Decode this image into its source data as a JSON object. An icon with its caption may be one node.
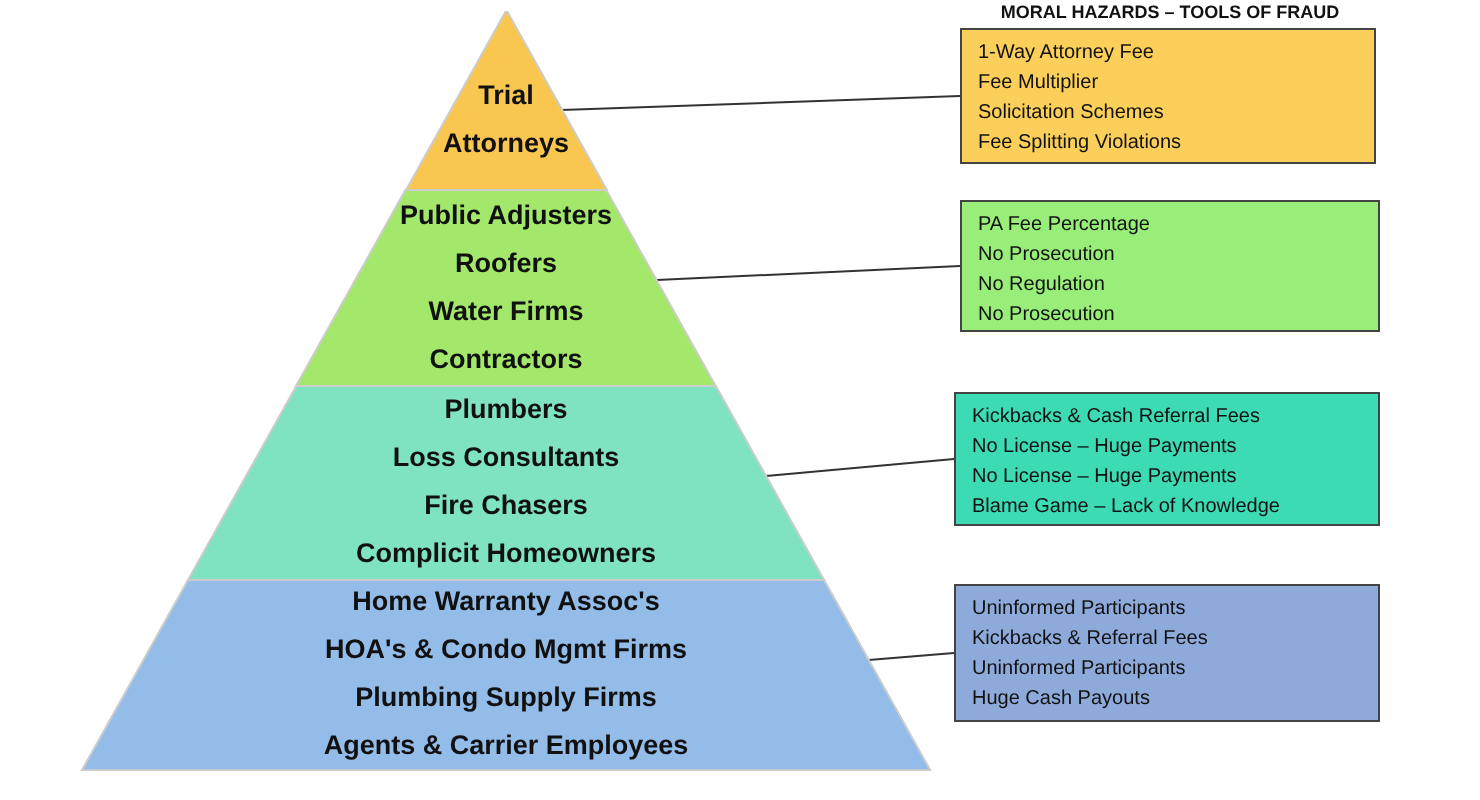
{
  "diagram": {
    "title": "MORAL HAZARDS – TOOLS OF FRAUD",
    "nodes": [
      {
        "text": [
          "Trial",
          "Attorneys"
        ]
      },
      {
        "text": [
          "Public Adjusters",
          "Roofers",
          "Water Firms",
          "Contractors"
        ]
      },
      {
        "text": [
          "Plumbers",
          "Loss Consultants",
          "Fire Chasers",
          "Complicit Homeowners"
        ]
      },
      {
        "text": [
          "Home Warranty Assoc's",
          "HOA's & Condo Mgmt Firms",
          "Plumbing Supply Firms",
          "Agents & Carrier Employees"
        ]
      },
      {
        "text": [
          "1-Way Attorney Fee",
          "Fee Multiplier",
          "Solicitation Schemes",
          "Fee Splitting Violations"
        ]
      },
      {
        "text": [
          "PA Fee Percentage",
          "No Prosecution",
          "No Regulation",
          "No Prosecution"
        ]
      },
      {
        "text": [
          "Kickbacks & Cash Referral Fees",
          "No License – Huge Payments",
          "No License – Huge Payments",
          "Blame Game – Lack of Knowledge"
        ]
      },
      {
        "text": [
          "Uninformed Participants",
          "Kickbacks & Referral Fees",
          "Uninformed Participants",
          "Huge Cash Payouts"
        ]
      }
    ],
    "edges": [
      {
        "from": 0,
        "to": 4,
        "arrow": "none"
      },
      {
        "from": 1,
        "to": 5,
        "arrow": "none"
      },
      {
        "from": 2,
        "to": 6,
        "arrow": "none"
      },
      {
        "from": 3,
        "to": 7,
        "arrow": "none"
      }
    ]
  }
}
